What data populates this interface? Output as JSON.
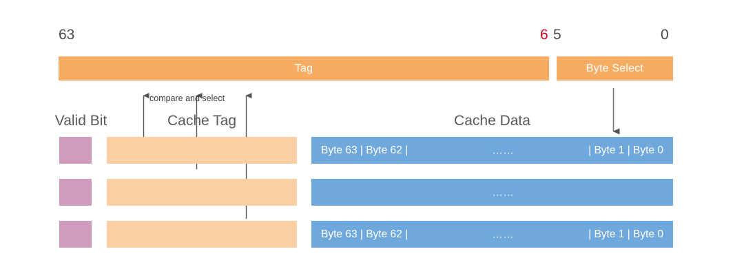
{
  "address": {
    "bits": [
      {
        "text": "63",
        "color": "#4a4a4a"
      },
      {
        "text": "6",
        "color": "#d0021b"
      },
      {
        "text": "5",
        "color": "#4a4a4a"
      },
      {
        "text": "0",
        "color": "#4a4a4a"
      }
    ],
    "fields": [
      {
        "label": "Tag"
      },
      {
        "label": "Byte Select"
      }
    ]
  },
  "headings": {
    "valid_bit": "Valid Bit",
    "cache_tag": "Cache Tag",
    "cache_data": "Cache Data"
  },
  "annotations": {
    "compare_and_select": "compare and select"
  },
  "rows": [
    {
      "data_left": "Byte 63 | Byte 62 |",
      "data_mid": "……",
      "data_right": "| Byte 1 | Byte 0"
    },
    {
      "data_left": "",
      "data_mid": "……",
      "data_right": ""
    },
    {
      "data_left": "Byte 63 | Byte 62 |",
      "data_mid": "……",
      "data_right": "| Byte 1 | Byte 0"
    }
  ],
  "colors": {
    "address_bar": "#f5ad64",
    "tag_cell": "#fbcfa3",
    "valid_cell": "#cf9cbd",
    "data_cell": "#6ea8dd",
    "highlight_bit": "#d0021b",
    "text_dark": "#4a4a4a"
  }
}
